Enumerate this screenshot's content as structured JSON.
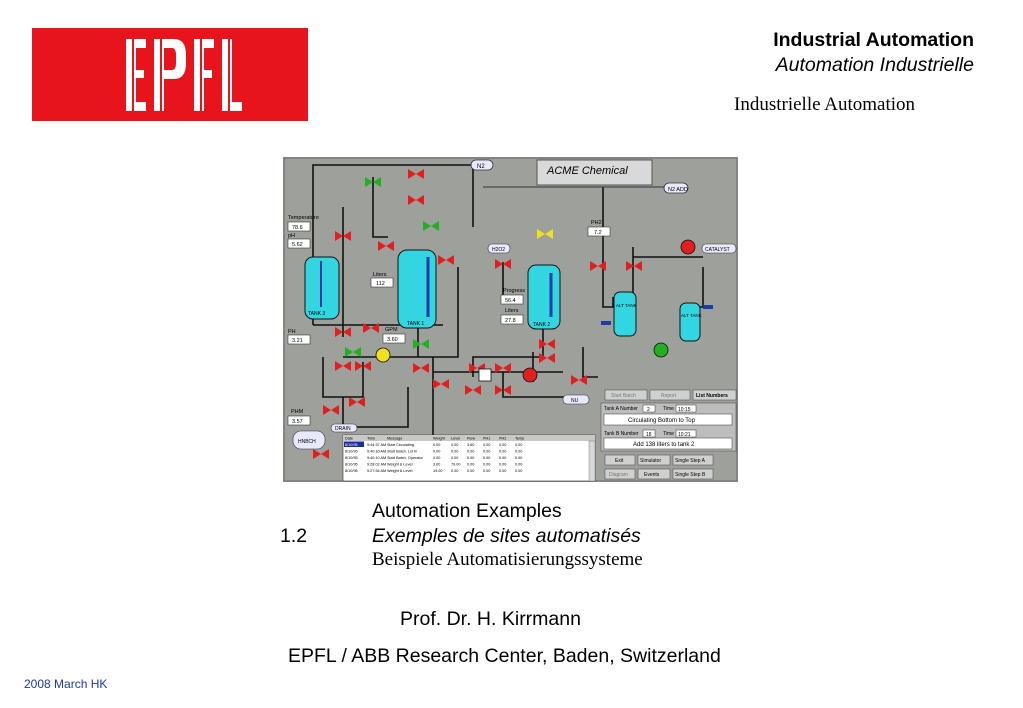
{
  "logo": {
    "text": "EPFL",
    "color": "#e8141c"
  },
  "header": {
    "line1": "Industrial Automation",
    "line2": "Automation Industrielle",
    "line3": "Industrielle Automation"
  },
  "scada": {
    "title": "ACME Chemical",
    "gases": [
      "N2",
      "N2 ADD"
    ],
    "tanks": [
      "TANK 3",
      "TANK 1",
      "TANK 2",
      "ALT TANK",
      "ALT TANK"
    ],
    "readouts": [
      {
        "label": "Temperature",
        "value": "78.6"
      },
      {
        "label": "pH",
        "value": "5.62"
      },
      {
        "label": "PH",
        "value": "3.21"
      },
      {
        "label": "Liters",
        "value": "112"
      },
      {
        "label": "GPM",
        "value": "3.60"
      },
      {
        "label": "Progress",
        "value": "56.4"
      },
      {
        "label": "Liters",
        "value": "27.8"
      },
      {
        "label": "PH2",
        "value": "7.2"
      },
      {
        "label": "PHM",
        "value": "3.57"
      }
    ],
    "tags": [
      "H2O2",
      "CATALYST",
      "HNBCH",
      "DRAIN",
      "NU"
    ],
    "buttons": [
      "Start Batch",
      "Report",
      "List Numbers",
      "Exit",
      "Simulator",
      "Single Step A",
      "Diagram",
      "Events",
      "Single Step B"
    ],
    "status": {
      "tank_a_label": "Tank A Number",
      "tank_a_value": "2",
      "time_a_label": "Time",
      "time_a_value": "10:15",
      "msg1": "Circulating Bottom to Top",
      "tank_b_label": "Tank B Number",
      "tank_b_value": "18",
      "time_b_label": "Time",
      "time_b_value": "10:21",
      "msg2": "Add 138 liters to tank 2"
    },
    "table": {
      "headers": [
        "Date",
        "Time",
        "Message",
        "Weight",
        "Level",
        "Flow",
        "PH1",
        "PH2",
        "Temp"
      ],
      "rows": [
        [
          "8/10/95",
          "9:44:37 AM",
          "Start Circulating",
          "0.00",
          "0.00",
          "3.60",
          "0.00",
          "0.00",
          "0.00"
        ],
        [
          "8/10/95",
          "9:40:10 AM",
          "Start Batch, Lot B",
          "0.00",
          "0.00",
          "0.00",
          "0.00",
          "0.00",
          "0.00"
        ],
        [
          "8/10/95",
          "9:40:10 AM",
          "Start Batch, Operator",
          "0.00",
          "0.00",
          "0.00",
          "0.00",
          "0.00",
          "0.00"
        ],
        [
          "8/10/95",
          "9:28:02 AM",
          "Weight & Level",
          "3.00",
          "79.00",
          "0.00",
          "0.00",
          "0.00",
          "0.00"
        ],
        [
          "8/10/95",
          "9:27:54 AM",
          "Weight & Level",
          "19.00",
          "0.00",
          "0.00",
          "0.00",
          "0.00",
          "0.00"
        ]
      ]
    }
  },
  "titles": {
    "number": "1.2",
    "en": "Automation Examples",
    "fr": "Exemples de sites automatisés",
    "de": "Beispiele Automatisierungssysteme"
  },
  "author": "Prof. Dr. H. Kirrmann",
  "institution": "EPFL / ABB Research Center, Baden, Switzerland",
  "date": "2008 March HK"
}
